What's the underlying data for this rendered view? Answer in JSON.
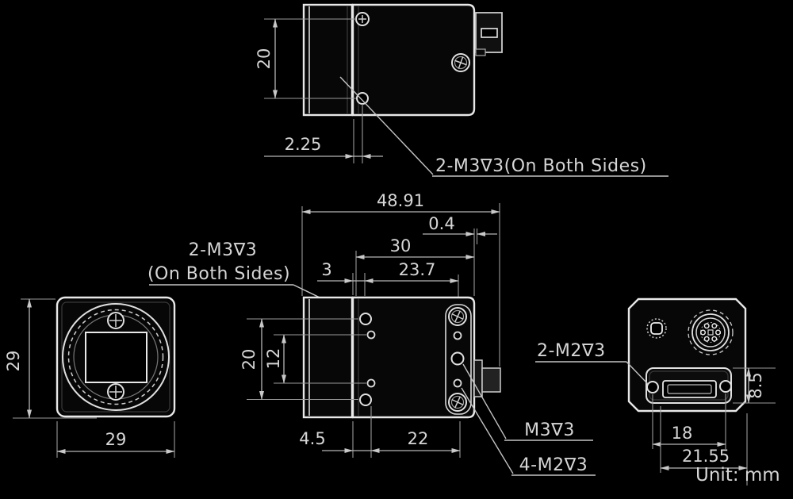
{
  "drawing": {
    "type": "camera-dimensional-drawing",
    "colors": {
      "background": "#000000",
      "outline": "#e8e8e8",
      "dimension_line": "#b5b5b5",
      "text": "#d6d6d6"
    },
    "dims": {
      "top_hole_spacing": "20",
      "top_hole_offset": "2.25",
      "overall_length": "48.91",
      "rear_step": "0.4",
      "body_depth": "30",
      "front_step": "3",
      "rear_hole_offset": "23.7",
      "side_outer_spacing": "20",
      "side_inner_spacing": "12",
      "side_front_offset": "4.5",
      "side_hole_spacing": "22",
      "front_height": "29",
      "front_width": "29",
      "rear_conn_height": "8.5",
      "rear_screw_spacing": "18",
      "rear_conn_width": "21.55"
    },
    "labels": {
      "top_holes": "2-M3∇3(On Both Sides)",
      "side_holes_1": "2-M3∇3",
      "side_holes_2": "(On Both Sides)",
      "rear_m3": "M3∇3",
      "m2_holes": "4-M2∇3",
      "conn_screws": "2-M2∇3",
      "unit": "Unit: mm"
    }
  }
}
